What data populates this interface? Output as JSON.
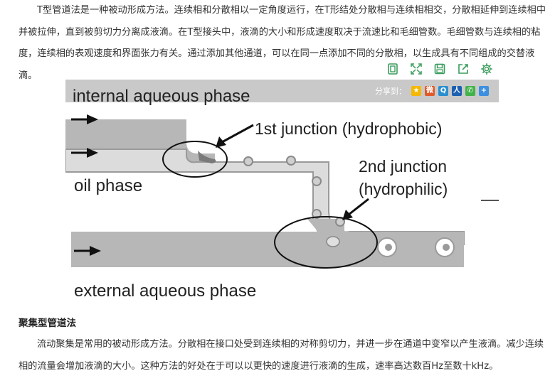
{
  "article": {
    "p1": "T型管道法是一种被动形成方法。连续相和分散相以一定角度运行，在T形结处分散相与连续相相交，分散相延伸到连续相中并被拉伸，直到被剪切力分离成液滴。在T型接头中，液滴的大小和形成速度取决于流速比和毛细管数。毛细管数与连续相的粘度，连续相的表观速度和界面张力有关。通过添加其他通道，可以在同一点添加不同的分散相，以生成具有不同组成的交替液滴。",
    "h2": "聚集型管道法",
    "p2": "流动聚集是常用的被动形成方法。分散相在接口处受到连续相的对称剪切力，并进一步在通道中变窄以产生液滴。减少连续相的流量会增加液滴的大小。这种方法的好处在于可以以更快的速度进行液滴的生成，速率高达数百Hz至数十kHz。"
  },
  "figure": {
    "labels": {
      "internal": "internal aqueous phase",
      "first": "1st junction (hydrophobic)",
      "second_a": "2nd junction",
      "second_b": "(hydrophilic)",
      "oil": "oil phase",
      "external": "external aqueous phase"
    }
  },
  "share": {
    "label": "分享到：",
    "icons": [
      "qzone-icon",
      "weibo-icon",
      "tencent-weibo-icon",
      "renren-icon",
      "wechat-icon",
      "more-icon"
    ]
  },
  "colors": {
    "toolbar_icon": "#3a9c5c",
    "fig_header": "#c9c9c9",
    "channel": "#b7b7b7"
  }
}
